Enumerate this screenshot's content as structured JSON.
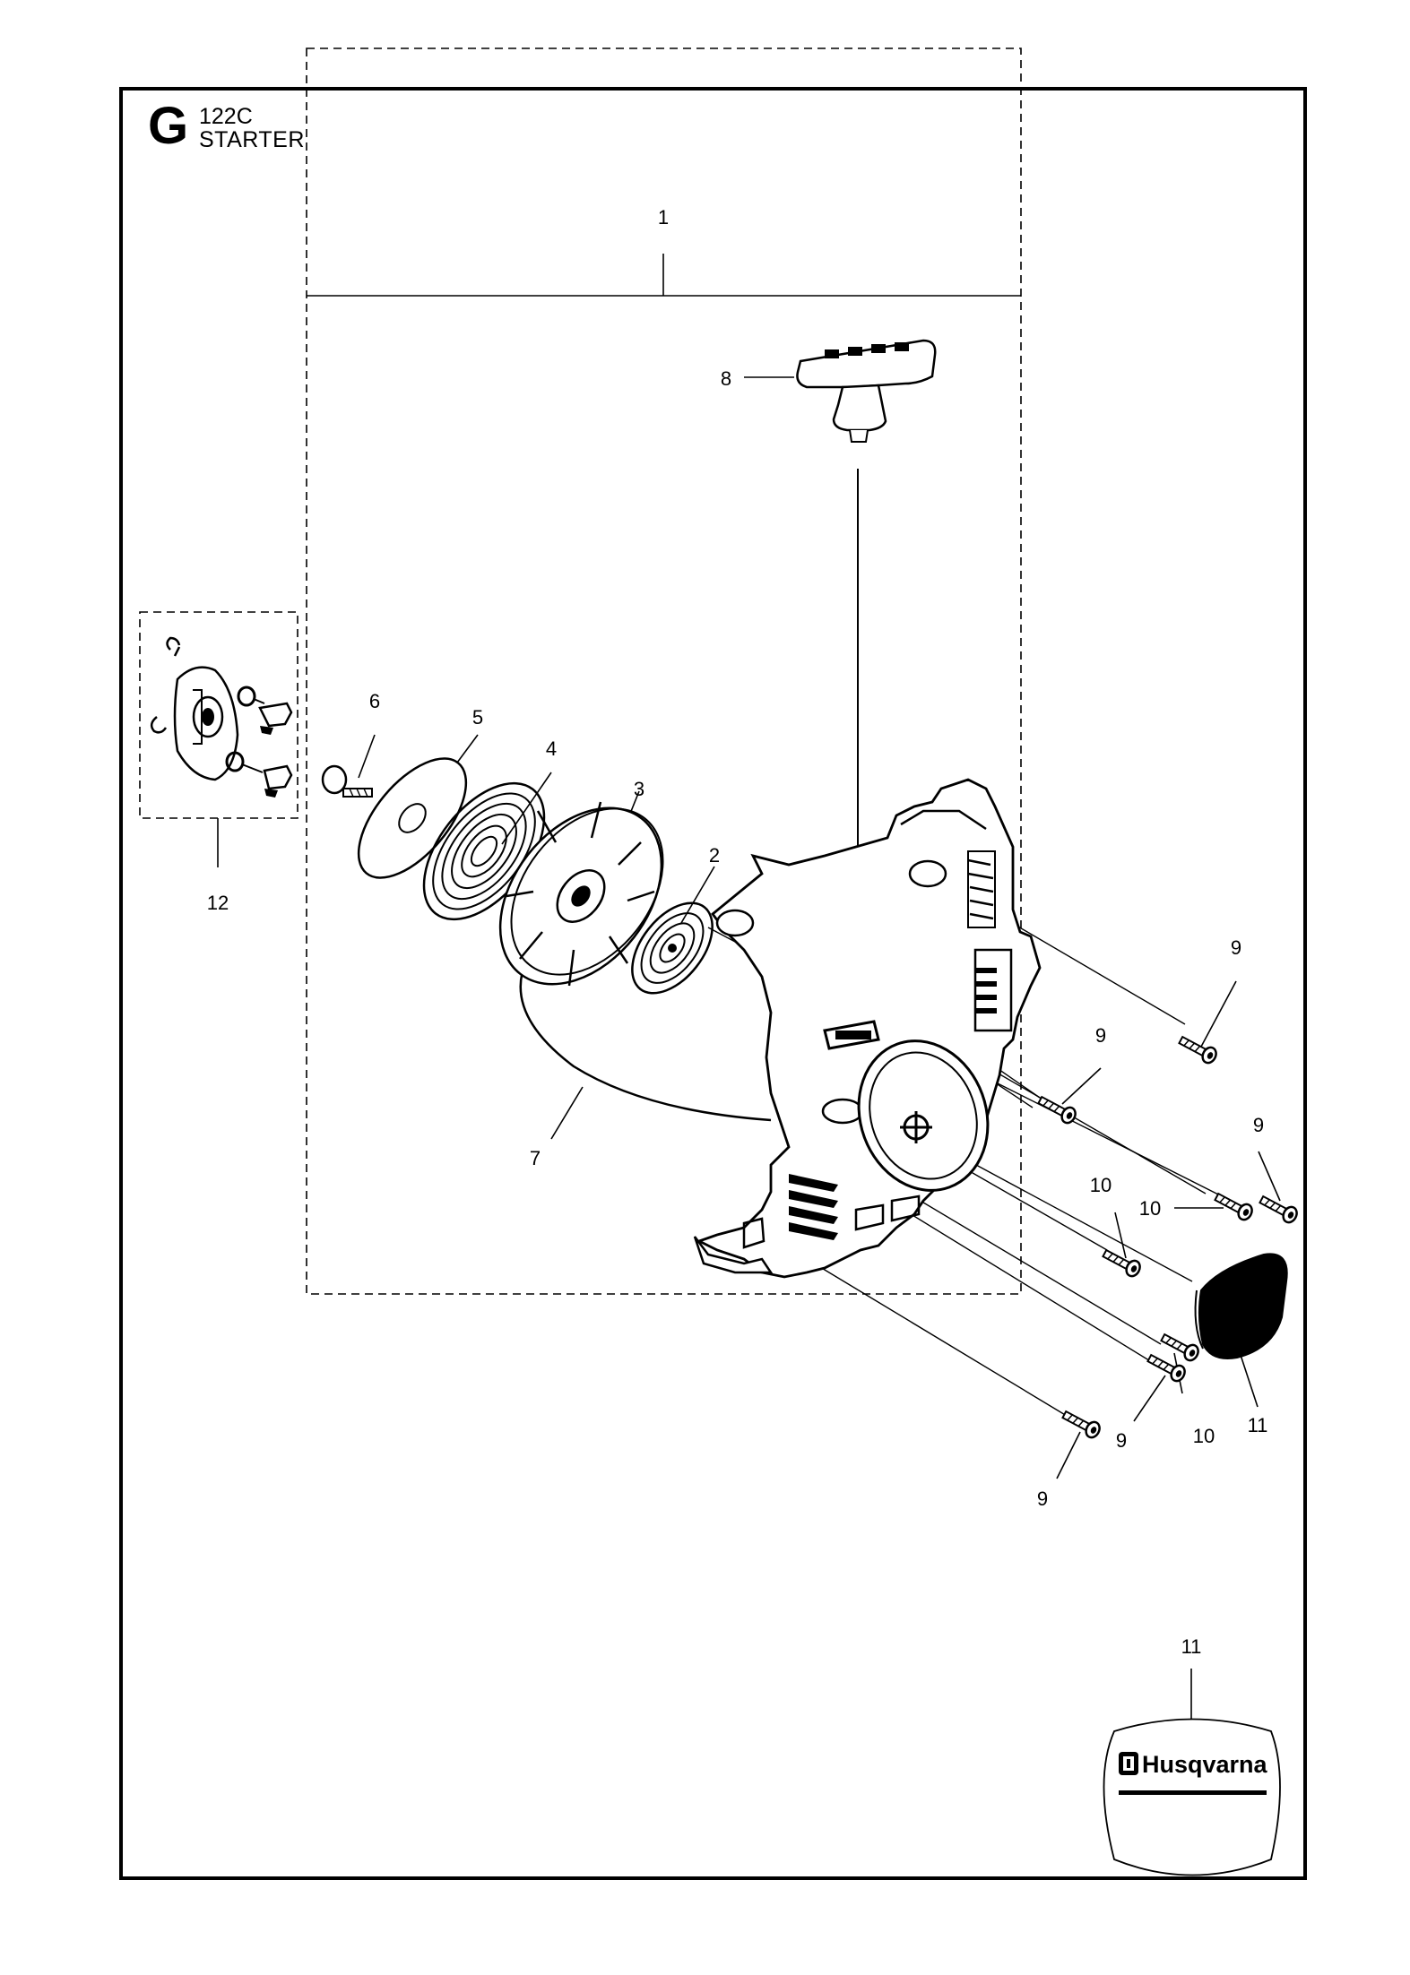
{
  "header": {
    "section_letter": "G",
    "model": "122C",
    "title": "STARTER"
  },
  "callouts": {
    "c1": "1",
    "c2": "2",
    "c3": "3",
    "c4": "4",
    "c5": "5",
    "c6": "6",
    "c7": "7",
    "c8": "8",
    "c9": "9",
    "c10": "10",
    "c11": "11",
    "c12": "12"
  },
  "decal": {
    "callout": "11",
    "brand": "Husqvarna"
  }
}
